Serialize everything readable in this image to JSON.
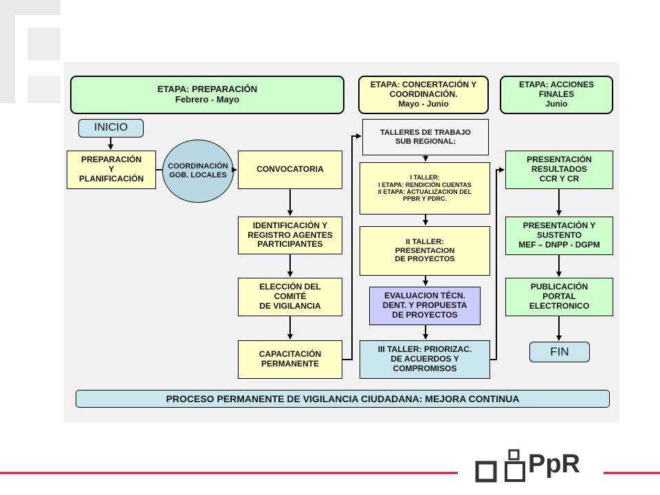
{
  "stages": {
    "preparacion": "ETAPA:   PREPARACIÓN\nFebrero - Mayo",
    "concertacion": "ETAPA:  CONCERTACIÓN Y\nCOORDINACIÓN.\nMayo  - Junio",
    "acciones": "ETAPA:  ACCIONES\nFINALES\nJunio"
  },
  "nodes": {
    "inicio": "INICIO",
    "preparacion": "PREPARACIÓN\nY\nPLANIFICACIÓN",
    "coordinacion": "COORDINACIÓN\nGOB. LOCALES",
    "convocatoria": "CONVOCATORIA",
    "identificacion": "IDENTIFICACIÓN Y\nREGISTRO AGENTES\nPARTICIPANTES",
    "eleccion": "ELECCIÓN DEL\nCOMITÉ\nDE VIGILANCIA",
    "capacitacion": "CAPACITACIÓN\nPERMANENTE",
    "talleres": "TALLERES DE TRABAJO\nSUB REGIONAL:",
    "taller1": "I TALLER:\nI ETAPA:  RENDICIÓN  CUENTAS\nII ETAPA:  ACTUALIZACION   DEL\nPPBR Y PDRC.",
    "taller2": "II TALLER:\nPRESENTACION\nDE PROYECTOS",
    "evaluacion": "EVALUACION  TÉCN.\nDENT. Y PROPUESTA\nDE PROYECTOS",
    "taller3": "III TALLER:  PRIORIZAC.\nDE ACUERDOS Y\nCOMPROMISOS",
    "presentacion_resultados": "PRESENTACIÓN\nRESULTADOS\nCCR Y CR",
    "presentacion_sustento": "PRESENTACIÓN  Y\nSUSTENTO\nMEF – DNPP - DGPM",
    "publicacion": "PUBLICACIÓN\nPORTAL\nELECTRONICO",
    "fin": "FIN"
  },
  "footer_bar": "PROCESO  PERMANENTE  DE  VIGILANCIA CIUDADANA:  MEJORA CONTINUA",
  "logo": {
    "text": "PpR",
    "accent_color": "#c8102e"
  },
  "colors": {
    "yellow": "#ffffc6",
    "green": "#ccffcc",
    "blue": "#c7e6ee",
    "purple": "#ccccff",
    "gray": "#f4f4f4"
  }
}
